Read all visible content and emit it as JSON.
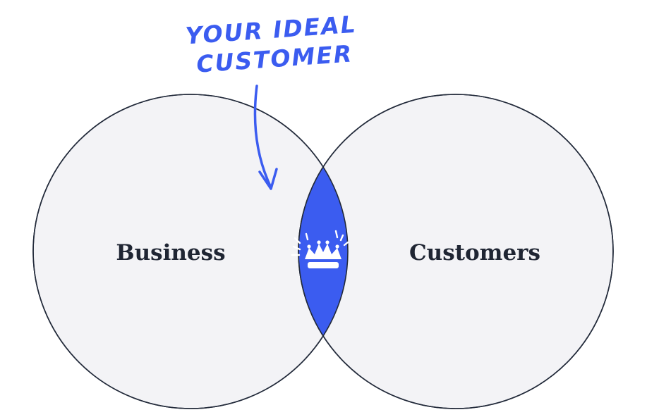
{
  "annotation": {
    "line1": "YOUR IDEAL",
    "line2": "CUSTOMER"
  },
  "circles": {
    "left_label": "Business",
    "right_label": "Customers"
  },
  "colors": {
    "accent": "#3b5cf0",
    "circle_fill": "#f3f3f6",
    "circle_stroke": "#222a3a",
    "text": "#1f2533",
    "icon": "#ffffff"
  },
  "icons": {
    "arrow": "arrow-down-icon",
    "center": "crown-icon"
  }
}
